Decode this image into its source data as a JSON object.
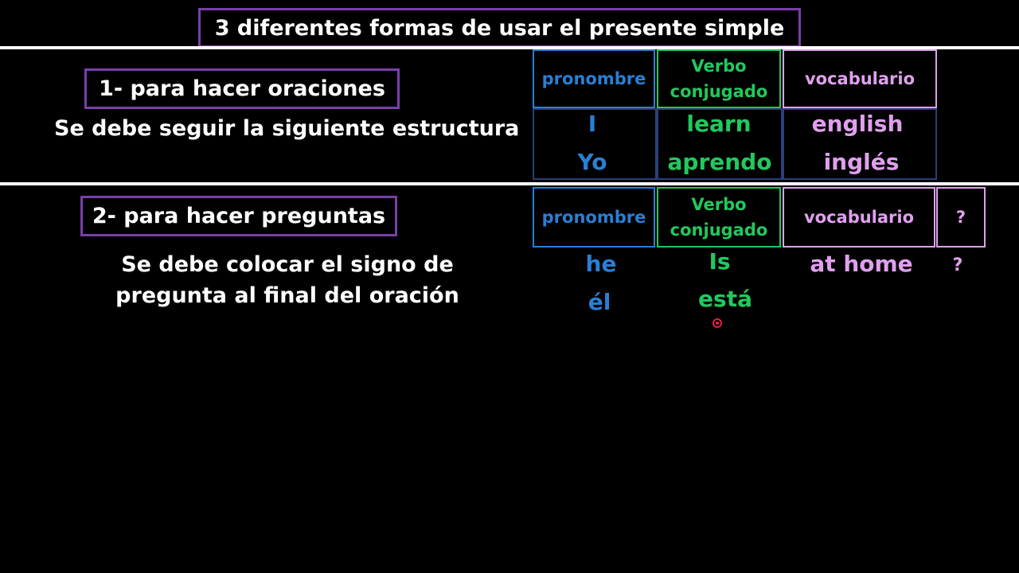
{
  "title": "3  diferentes  formas de usar el presente simple",
  "section1": {
    "heading": "1- para hacer oraciones",
    "description": "Se debe seguir la siguiente estructura",
    "headers": {
      "pronoun": "pronombre",
      "verb_line1": "Verbo",
      "verb_line2": "conjugado",
      "vocab": "vocabulario"
    },
    "rows": [
      {
        "pronoun": "I",
        "verb": "learn",
        "vocab": "english"
      },
      {
        "pronoun": "Yo",
        "verb": "aprendo",
        "vocab": "inglés"
      }
    ]
  },
  "section2": {
    "heading": "2- para hacer preguntas",
    "description_line1": "Se debe colocar el signo de",
    "description_line2": "pregunta al final del oración",
    "headers": {
      "pronoun": "pronombre",
      "verb_line1": "Verbo",
      "verb_line2": "conjugado",
      "vocab": "vocabulario",
      "question": "?"
    },
    "rows": [
      {
        "pronoun": "he",
        "verb": "Is",
        "vocab": "at home",
        "question": "?"
      },
      {
        "pronoun": "él",
        "verb": "está"
      }
    ]
  },
  "colors": {
    "pronoun": "#2a7fd4",
    "verb": "#21c95e",
    "vocab": "#e0a0ee",
    "frame": "#7a3fa8",
    "cursor": "#e0204a"
  },
  "cursor_icon": "pen-cursor-icon"
}
